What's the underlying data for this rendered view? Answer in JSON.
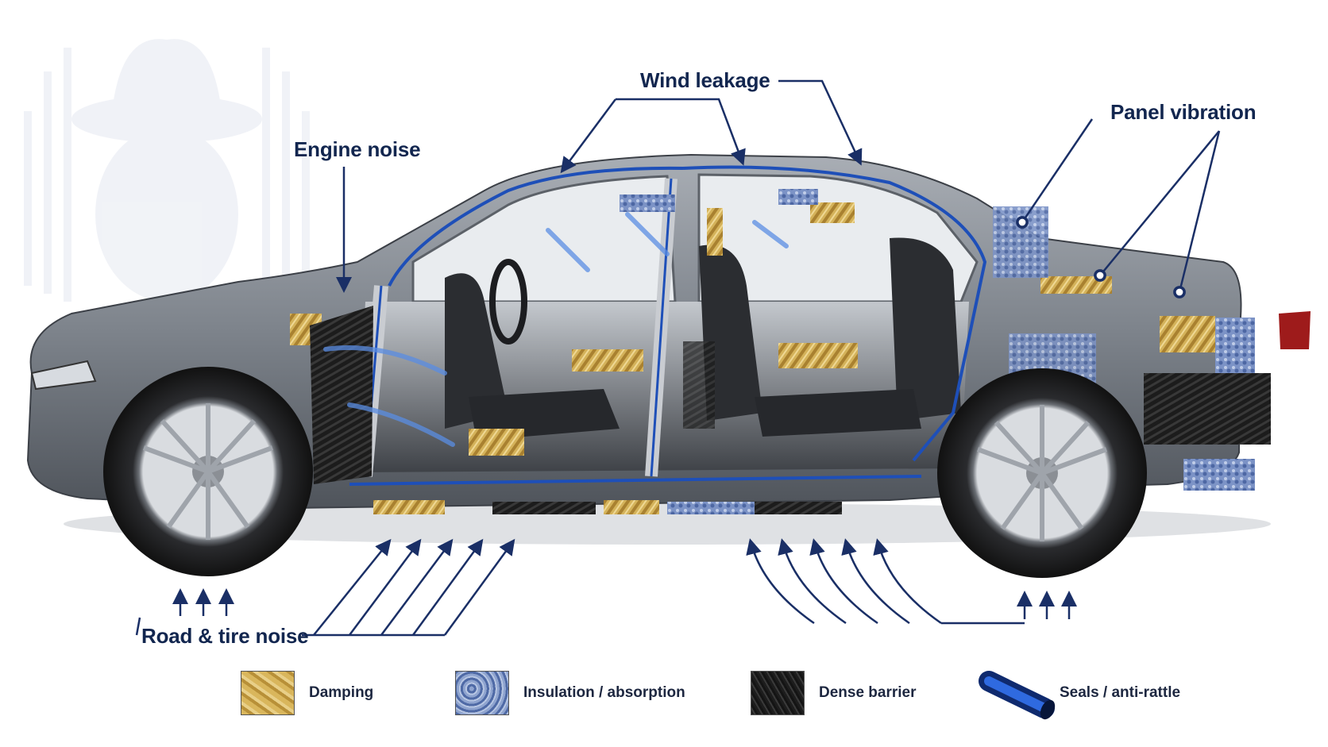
{
  "callouts": {
    "engine": "Engine noise",
    "wind": "Wind leakage",
    "panel": "Panel vibration",
    "road": "Road & tire noise"
  },
  "legend": [
    {
      "label": "Damping",
      "icon": "damping-swatch"
    },
    {
      "label": "Insulation / absorption",
      "icon": "insulation-swatch"
    },
    {
      "label": "Dense barrier",
      "icon": "dense-barrier-swatch"
    },
    {
      "label": "Seals / anti-rattle",
      "icon": "seal-tube-icon"
    }
  ],
  "colors": {
    "callout_text": "#12264f",
    "arrow": "#1a2f66",
    "damping": "#d9b65c",
    "insulation": "#6f87bd",
    "barrier": "#1f1f1f",
    "seal": "#1e4fb8",
    "body": "#8f949b"
  }
}
